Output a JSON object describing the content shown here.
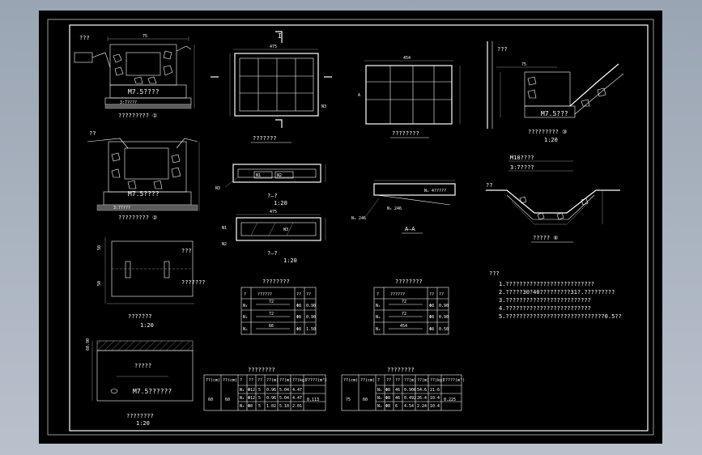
{
  "labels": {
    "v1_title": "????????? ①",
    "v1_mortar": "M7.5????",
    "v1_cushion": "3:7????",
    "v1_ref": "???",
    "v1_dim_top": "75",
    "v2_title": "????????? ②",
    "v2_mortar": "M7.5????",
    "v2_cushion": "3:7????",
    "v2_ref": "??",
    "v3_title": "???????",
    "v3_scale": "1:20",
    "v3_ref": "???",
    "v3_ref2": "???????",
    "v3_dim_a": "50",
    "v3_dim_b": "50",
    "v4_title": "????????",
    "v4_scale": "1:20",
    "v4_fill": "?????",
    "v4_mortar": "M7.5??????",
    "v4_dim": "60.90",
    "v5_title": "???????",
    "v5_sec": "I",
    "v5_dim_top": "475",
    "v5_n3": "N3",
    "v6_title": "????????",
    "v6_dim_top": "454",
    "v6_mark_a": "A",
    "v7_title": "????????? ③",
    "v7_scale": "1:20",
    "v7_mortar": "M7.5???",
    "v7_ref": "???",
    "v7_dim": "75",
    "v8_title": "?—?",
    "v8_scale": "1:20",
    "v8_n1": "N1",
    "v8_n2": "N2",
    "v8_n3": "N3",
    "v9_title": "?—?",
    "v9_scale": "1:20",
    "v9_n1": "N1",
    "v9_n2": "N2",
    "v9_n3": "N3",
    "v9_dim_top": "475",
    "v10_title": "A—A",
    "v10_n1": "N₁ 4?????",
    "v10_n2": "N₂ 246",
    "v10_n3": "N₃ 246",
    "v11_title": "????? ④",
    "v11_m10": "M10????",
    "v11_cushion": "3:7????",
    "v11_ref": "??",
    "notes_heading": "???",
    "notes": [
      "1.??????????????????????????",
      "2.?????30?40?????????31?.?????????",
      "3.?????????????????????????",
      "4.?????????????????????????",
      "5.?????????????????????????????0.5??"
    ]
  },
  "tables": {
    "rebar1": {
      "title": "????????",
      "header": [
        "?",
        "??????",
        "??",
        "??"
      ],
      "rows": [
        [
          "N₁",
          "72",
          "Φ8",
          "0.90"
        ],
        [
          "N₂",
          "72",
          "Φ8",
          "0.90"
        ],
        [
          "N₃",
          "66",
          "Φ8",
          "1.50"
        ]
      ]
    },
    "rebar2": {
      "title": "????????",
      "header": [
        "?",
        "??????",
        "??",
        "??"
      ],
      "rows": [
        [
          "N₁",
          "72",
          "Φ8",
          "0.90"
        ],
        [
          "N₂",
          "72",
          "Φ8",
          "0.90"
        ],
        [
          "N₃",
          "454",
          "Φ8",
          "0.50"
        ]
      ]
    },
    "qty1": {
      "title": "????????",
      "header": [
        "??(cm)",
        "??(cm)",
        "?",
        "??",
        "??",
        "??(m)",
        "??(m)",
        "??(kg)",
        "?????(m³)"
      ],
      "rows": [
        [
          "60",
          "60",
          "N₁",
          "Φ12",
          "5",
          "0.96",
          "5.04",
          "4.47",
          "0.113"
        ],
        [
          "",
          "",
          "N₂",
          "Φ12",
          "5",
          "0.96",
          "5.04",
          "4.47",
          ""
        ],
        [
          "",
          "",
          "N₃",
          "Φ8",
          "5",
          "1.02",
          "5.10",
          "2.01",
          ""
        ]
      ]
    },
    "qty2": {
      "title": "????????",
      "header": [
        "??(cm)",
        "??(cm)",
        "?",
        "??",
        "??",
        "??(m)",
        "??(m)",
        "??(kg)",
        "?????(m³)"
      ],
      "rows": [
        [
          "75",
          "60",
          "N₁",
          "Φ8",
          "46",
          "0.906",
          "54.6",
          "21.6",
          "0.225"
        ],
        [
          "",
          "",
          "N₂",
          "Φ8",
          "46",
          "0.492",
          "26.4",
          "10.4",
          ""
        ],
        [
          "",
          "",
          "N₃",
          "Φ8",
          "6",
          "4.54",
          "2.24",
          "10.4",
          ""
        ]
      ]
    }
  }
}
